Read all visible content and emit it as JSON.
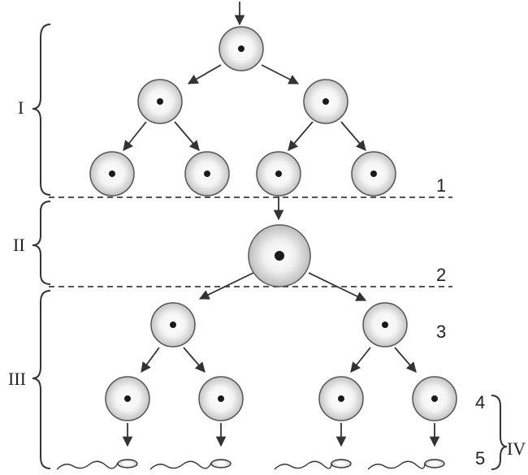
{
  "stage_labels": [
    "I",
    "II",
    "III",
    "IV"
  ],
  "number_labels": [
    "1",
    "2",
    "3",
    "4",
    "5"
  ],
  "colors": {
    "line": "#333333",
    "dash": "#555555",
    "nucleus": "#1a1a1a",
    "cell_fill_light": "#ffffff",
    "cell_fill_dark": "#c8c8c8",
    "cell_stroke": "#555555"
  }
}
